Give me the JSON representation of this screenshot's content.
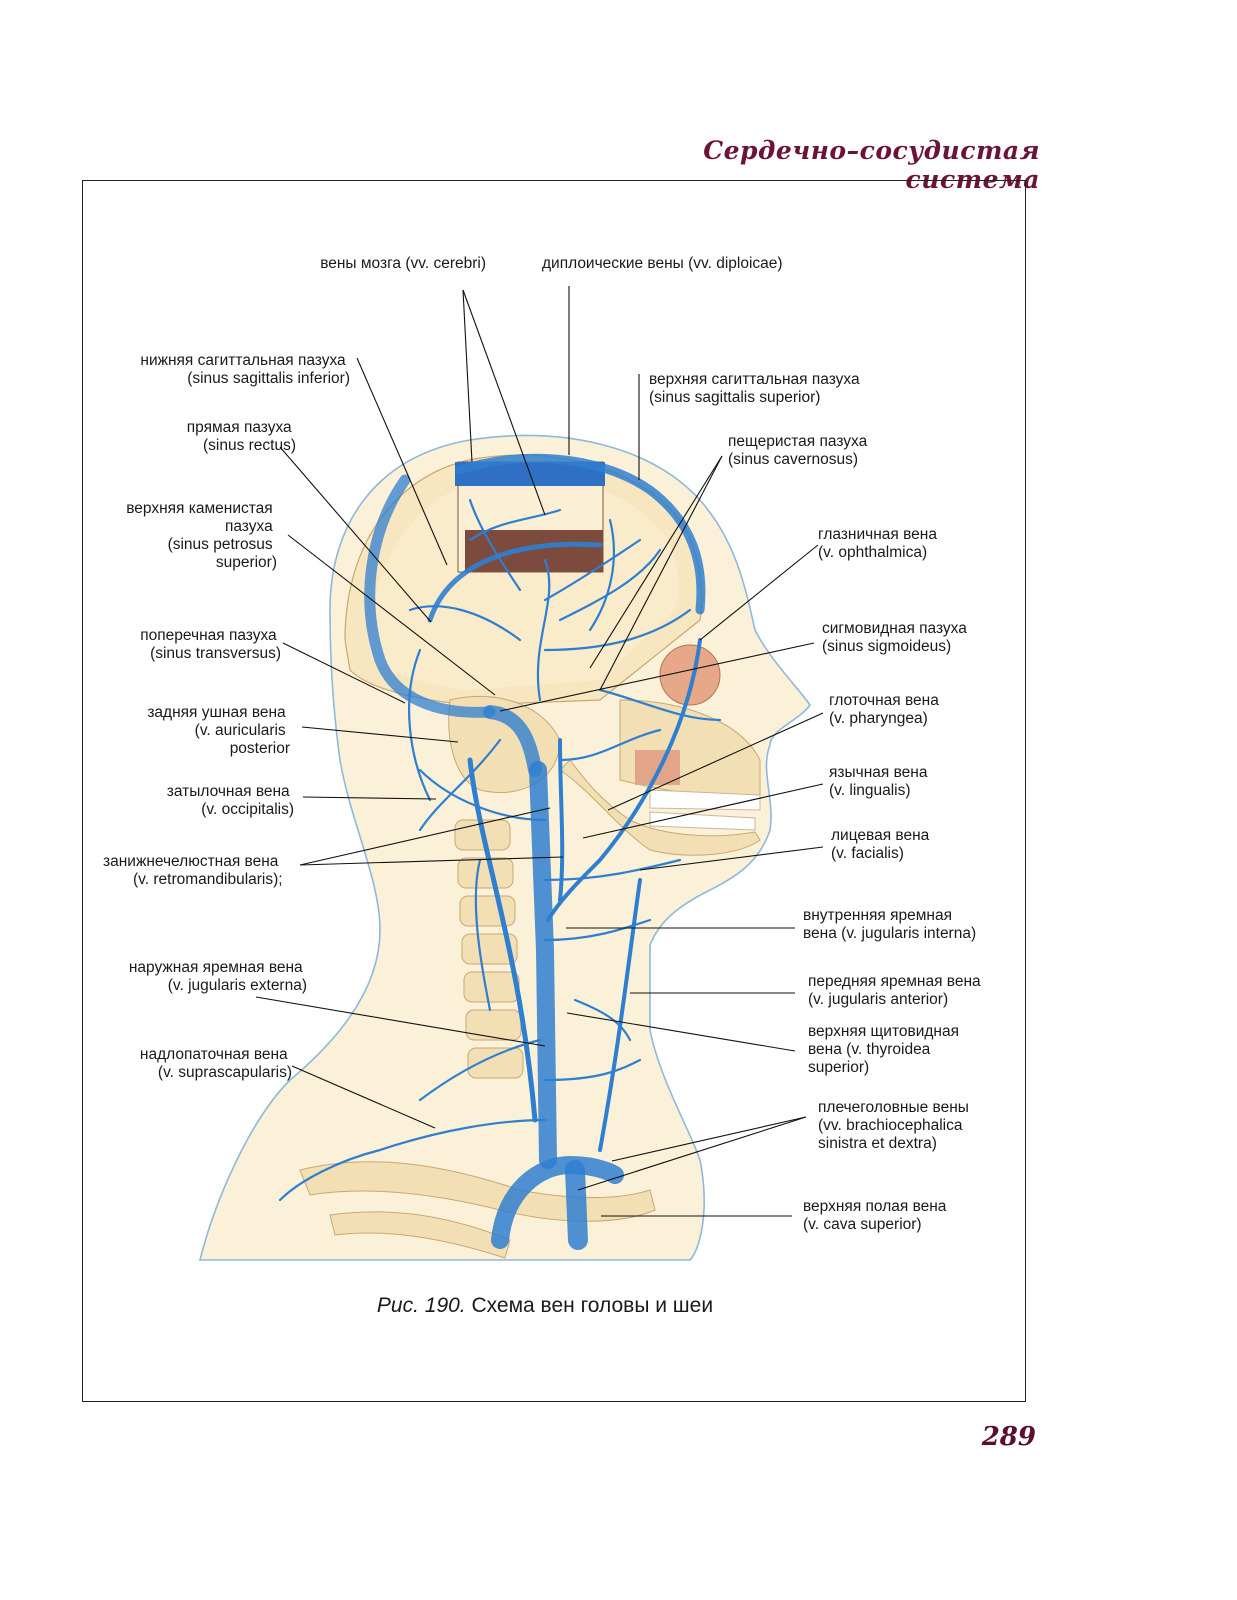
{
  "header": {
    "running_title": "Сердечно–сосудистая система"
  },
  "figure": {
    "caption_number": "Рис. 190.",
    "caption_title": "Схема вен головы и шеи"
  },
  "labels": {
    "vv_cerebri": "вены мозга (vv. cerebri)",
    "vv_diploicae": "диплоические вены (vv. diploicae)",
    "sinus_sagittalis_inferior": [
      "нижняя сагиттальная пазуха",
      "(sinus sagittalis inferior)"
    ],
    "sinus_sagittalis_superior": [
      "верхняя сагиттальная пазуха",
      "(sinus sagittalis superior)"
    ],
    "sinus_rectus": [
      "прямая пазуха",
      "(sinus rectus)"
    ],
    "sinus_cavernosus": [
      "пещеристая пазуха",
      "(sinus cavernosus)"
    ],
    "sinus_petrosus_superior": [
      "верхняя каменистая",
      "пазуха",
      "(sinus petrosus",
      "superior)"
    ],
    "v_ophthalmica": [
      "глазничная вена",
      "(v. ophthalmica)"
    ],
    "sinus_transversus": [
      "поперечная пазуха",
      "(sinus transversus)"
    ],
    "sinus_sigmoideus": [
      "сигмовидная пазуха",
      "(sinus sigmoideus)"
    ],
    "v_auricularis_posterior": [
      "задняя ушная вена",
      "(v. auricularis",
      "posterior"
    ],
    "v_pharyngea": [
      "глоточная вена",
      "(v. pharyngea)"
    ],
    "v_occipitalis": [
      "затылочная вена",
      "(v. occipitalis)"
    ],
    "v_lingualis": [
      "язычная вена",
      "(v. lingualis)"
    ],
    "v_facialis": [
      "лицевая вена",
      "(v. facialis)"
    ],
    "v_retromandibularis": [
      "занижнечелюстная вена",
      "(v. retromandibularis);"
    ],
    "v_jugularis_interna": [
      "внутренняя яремная",
      "вена (v. jugularis interna)"
    ],
    "v_jugularis_externa": [
      "наружная яремная вена",
      "(v. jugularis externa)"
    ],
    "v_jugularis_anterior": [
      "передняя яремная вена",
      "(v. jugularis anterior)"
    ],
    "v_thyroidea_superior": [
      "верхняя щитовидная",
      "вена (v. thyroidea",
      "superior)"
    ],
    "v_suprascapularis": [
      "надлопаточная вена",
      "(v. suprascapularis)"
    ],
    "vv_brachiocephalica": [
      "плечеголовные вены",
      "(vv. brachiocephalica",
      "sinistra et dextra)"
    ],
    "v_cava_superior": [
      "верхняя полая вена",
      "(v. cava superior)"
    ]
  },
  "page_number": "289",
  "colors": {
    "vein_blue": "#2f7fd0",
    "skin": "#fbf1d8",
    "bone": "#f3dfb4",
    "header_maroon": "#6b1436"
  }
}
